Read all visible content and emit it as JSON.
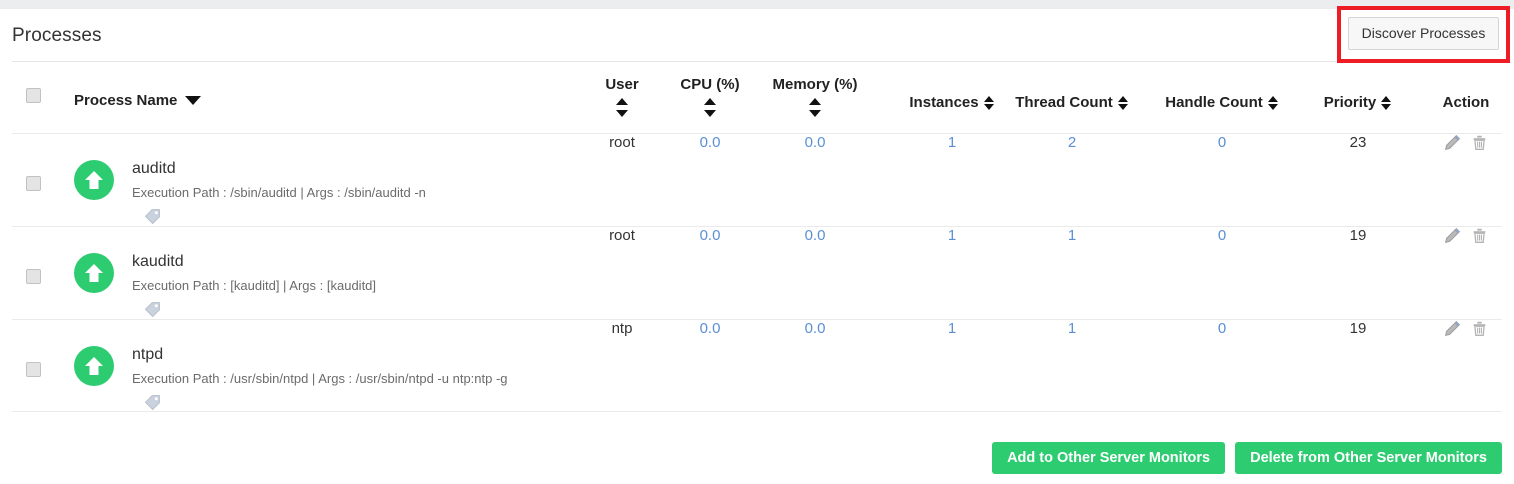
{
  "panel": {
    "title": "Processes",
    "discover_button": "Discover Processes"
  },
  "colors": {
    "accent_green": "#2dcc70",
    "highlight_red": "#ee1c25",
    "link_blue": "#5b8fd4",
    "button_grey": "#f7f7f7"
  },
  "table": {
    "headers": {
      "select_all": "",
      "process_name": "Process Name",
      "user": "User",
      "cpu": "CPU (%)",
      "memory": "Memory (%)",
      "instances": "Instances",
      "thread_count": "Thread Count",
      "handle_count": "Handle Count",
      "priority": "Priority",
      "action": "Action"
    },
    "sort": {
      "active_column": "Process Name",
      "direction": "desc"
    },
    "rows": [
      {
        "status_icon": "green-up-arrow-icon",
        "name": "auditd",
        "details": "Execution Path : /sbin/auditd | Args : /sbin/auditd -n",
        "tag_icon": "tag-icon",
        "user": "root",
        "cpu": "0.0",
        "memory": "0.0",
        "instances": "1",
        "thread_count": "2",
        "handle_count": "0",
        "priority": "23",
        "actions": [
          "edit-icon",
          "delete-icon"
        ]
      },
      {
        "status_icon": "green-up-arrow-icon",
        "name": "kauditd",
        "details": "Execution Path : [kauditd] | Args : [kauditd]",
        "tag_icon": "tag-icon",
        "user": "root",
        "cpu": "0.0",
        "memory": "0.0",
        "instances": "1",
        "thread_count": "1",
        "handle_count": "0",
        "priority": "19",
        "actions": [
          "edit-icon",
          "delete-icon"
        ]
      },
      {
        "status_icon": "green-up-arrow-icon",
        "name": "ntpd",
        "details": "Execution Path : /usr/sbin/ntpd | Args : /usr/sbin/ntpd -u ntp:ntp -g",
        "tag_icon": "tag-icon",
        "user": "ntp",
        "cpu": "0.0",
        "memory": "0.0",
        "instances": "1",
        "thread_count": "1",
        "handle_count": "0",
        "priority": "19",
        "actions": [
          "edit-icon",
          "delete-icon"
        ]
      }
    ]
  },
  "footer": {
    "add_button": "Add to Other Server Monitors",
    "delete_button": "Delete from Other Server Monitors"
  }
}
